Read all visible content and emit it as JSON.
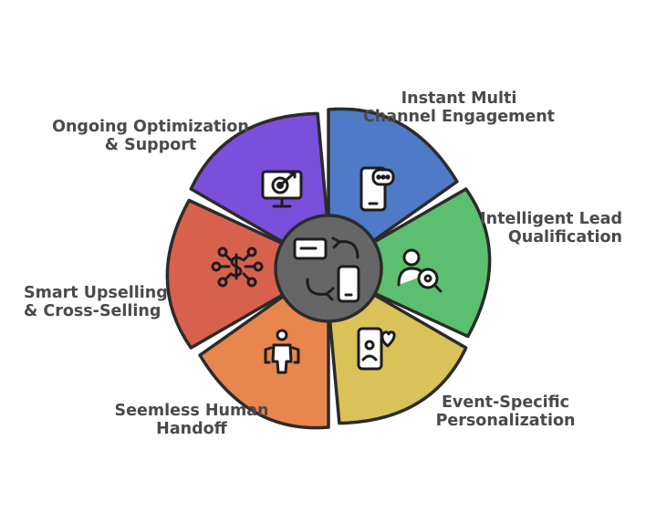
{
  "segments": [
    {
      "label_lines": [
        "Instant Multi",
        "Channel Engagement"
      ],
      "color": "#4E7AC7",
      "icon": "chat-phone-icon"
    },
    {
      "label_lines": [
        "Intelligent Lead",
        "Qualification"
      ],
      "color": "#5CBF6F",
      "icon": "user-search-icon"
    },
    {
      "label_lines": [
        "Event-Specific",
        "Personalization"
      ],
      "color": "#D9C257",
      "icon": "heart-phone-icon"
    },
    {
      "label_lines": [
        "Seemless Human",
        "Handoff"
      ],
      "color": "#E8864E",
      "icon": "person-group-icon"
    },
    {
      "label_lines": [
        "Smart Upselling",
        "& Cross-Selling"
      ],
      "color": "#D8614E",
      "icon": "dollar-network-icon"
    },
    {
      "label_lines": [
        "Ongoing Optimization",
        "& Support"
      ],
      "color": "#7A4FDB",
      "icon": "monitor-target-icon"
    }
  ],
  "hub": {
    "color": "#666666",
    "icon": "cross-device-sync-icon"
  }
}
